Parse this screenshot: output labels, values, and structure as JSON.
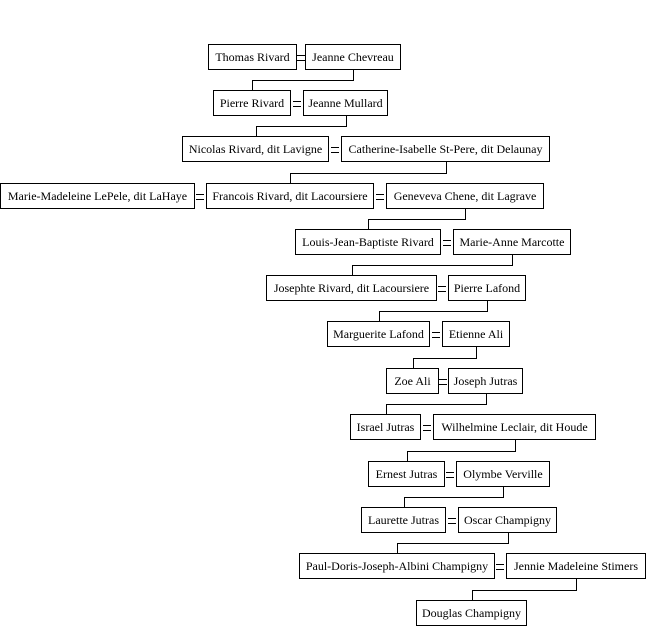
{
  "generations": [
    {
      "people": [
        {
          "name": "Thomas Rivard"
        },
        {
          "name": "Jeanne Chevreau"
        }
      ]
    },
    {
      "people": [
        {
          "name": "Pierre Rivard"
        },
        {
          "name": "Jeanne Mullard"
        }
      ]
    },
    {
      "people": [
        {
          "name": "Nicolas Rivard, dit Lavigne"
        },
        {
          "name": "Catherine-Isabelle St-Pere, dit Delaunay"
        }
      ]
    },
    {
      "people": [
        {
          "name": "Marie-Madeleine LePele, dit LaHaye"
        },
        {
          "name": "Francois Rivard, dit Lacoursiere"
        },
        {
          "name": "Geneveva Chene, dit Lagrave"
        }
      ]
    },
    {
      "people": [
        {
          "name": "Louis-Jean-Baptiste Rivard"
        },
        {
          "name": "Marie-Anne Marcotte"
        }
      ]
    },
    {
      "people": [
        {
          "name": "Josephte Rivard, dit Lacoursiere"
        },
        {
          "name": "Pierre Lafond"
        }
      ]
    },
    {
      "people": [
        {
          "name": "Marguerite Lafond"
        },
        {
          "name": "Etienne Ali"
        }
      ]
    },
    {
      "people": [
        {
          "name": "Zoe Ali"
        },
        {
          "name": "Joseph Jutras"
        }
      ]
    },
    {
      "people": [
        {
          "name": "Israel Jutras"
        },
        {
          "name": "Wilhelmine Leclair, dit Houde"
        }
      ]
    },
    {
      "people": [
        {
          "name": "Ernest Jutras"
        },
        {
          "name": "Olymbe Verville"
        }
      ]
    },
    {
      "people": [
        {
          "name": "Laurette Jutras"
        },
        {
          "name": "Oscar Champigny"
        }
      ]
    },
    {
      "people": [
        {
          "name": "Paul-Doris-Joseph-Albini Champigny"
        },
        {
          "name": "Jennie Madeleine Stimers"
        }
      ]
    },
    {
      "people": [
        {
          "name": "Douglas Champigny"
        }
      ]
    }
  ],
  "marriages": [
    {
      "generation": 0,
      "spouses": [
        0,
        1
      ]
    },
    {
      "generation": 1,
      "spouses": [
        0,
        1
      ]
    },
    {
      "generation": 2,
      "spouses": [
        0,
        1
      ]
    },
    {
      "generation": 3,
      "spouses": [
        0,
        1
      ]
    },
    {
      "generation": 3,
      "spouses": [
        1,
        2
      ]
    },
    {
      "generation": 4,
      "spouses": [
        0,
        1
      ]
    },
    {
      "generation": 5,
      "spouses": [
        0,
        1
      ]
    },
    {
      "generation": 6,
      "spouses": [
        0,
        1
      ]
    },
    {
      "generation": 7,
      "spouses": [
        0,
        1
      ]
    },
    {
      "generation": 8,
      "spouses": [
        0,
        1
      ]
    },
    {
      "generation": 9,
      "spouses": [
        0,
        1
      ]
    },
    {
      "generation": 10,
      "spouses": [
        0,
        1
      ]
    },
    {
      "generation": 11,
      "spouses": [
        0,
        1
      ]
    }
  ],
  "descents": [
    {
      "from": [
        0,
        1
      ],
      "to": [
        1,
        0
      ]
    },
    {
      "from": [
        1,
        1
      ],
      "to": [
        2,
        0
      ]
    },
    {
      "from": [
        2,
        1
      ],
      "to": [
        3,
        1
      ]
    },
    {
      "from": [
        3,
        2
      ],
      "to": [
        4,
        0
      ]
    },
    {
      "from": [
        4,
        1
      ],
      "to": [
        5,
        0
      ]
    },
    {
      "from": [
        5,
        1
      ],
      "to": [
        6,
        0
      ]
    },
    {
      "from": [
        6,
        1
      ],
      "to": [
        7,
        0
      ]
    },
    {
      "from": [
        7,
        1
      ],
      "to": [
        8,
        0
      ]
    },
    {
      "from": [
        8,
        1
      ],
      "to": [
        9,
        0
      ]
    },
    {
      "from": [
        9,
        1
      ],
      "to": [
        10,
        0
      ]
    },
    {
      "from": [
        10,
        1
      ],
      "to": [
        11,
        0
      ]
    },
    {
      "from": [
        11,
        1
      ],
      "to": [
        12,
        0
      ]
    }
  ]
}
